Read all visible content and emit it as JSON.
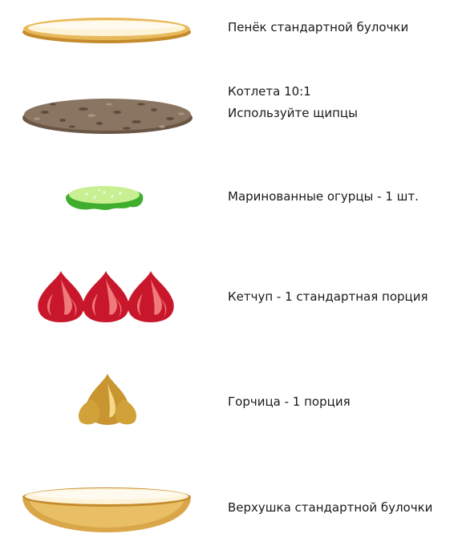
{
  "colors": {
    "bun_crust": "#d9a74a",
    "bun_inner": "#fdf3d6",
    "patty": "#8a7562",
    "patty_dark": "#5e4c3e",
    "pickle_skin": "#3fae2f",
    "pickle_flesh": "#c9ef93",
    "ketchup": "#c8172b",
    "ketchup_light": "#f07a7a",
    "mustard": "#d1a23a",
    "mustard_light": "#f4d98a"
  },
  "items": [
    {
      "icon": "bun-heel-icon",
      "lines": [
        "Пенёк стандартной булочки"
      ]
    },
    {
      "icon": "patty-icon",
      "lines": [
        "Котлета 10:1",
        "Используйте щипцы"
      ]
    },
    {
      "icon": "pickle-icon",
      "lines": [
        "Маринованные огурцы - 1 шт."
      ]
    },
    {
      "icon": "ketchup-icon",
      "lines": [
        "Кетчуп - 1 стандартная порция"
      ]
    },
    {
      "icon": "mustard-icon",
      "lines": [
        "Горчица  - 1 порция"
      ]
    },
    {
      "icon": "bun-crown-icon",
      "lines": [
        "Верхушка стандартной булочки"
      ]
    }
  ]
}
